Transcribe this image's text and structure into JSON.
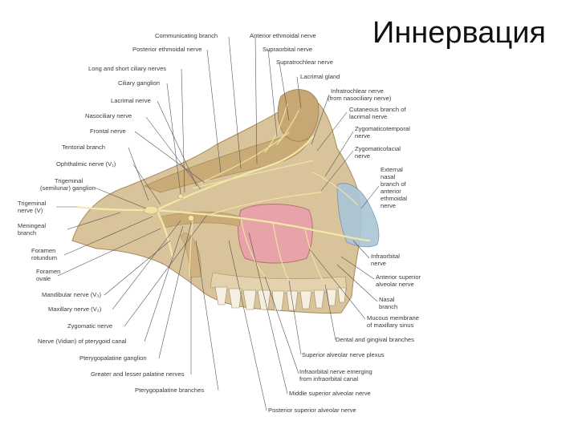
{
  "slide": {
    "title": "Иннервация"
  },
  "labels_left": [
    "Communicating branch",
    "Posterior ethmoidal nerve",
    "Long and short ciliary nerves",
    "Ciliary ganglion",
    "Lacrimal nerve",
    "Nasociliary nerve",
    "Frontal nerve",
    "Tentorial branch",
    "Ophthalmic nerve (V₁)",
    "Trigeminal",
    "(semilunar) ganglion",
    "Trigeminal",
    "nerve (V)",
    "Meningeal",
    "branch",
    "Foramen",
    "rotundum",
    "Foramen",
    "ovale",
    "Mandibular nerve (V₃)",
    "Maxillary nerve (V₂)",
    "Zygomatic nerve",
    "Nerve (Vidian) of pterygoid canal",
    "Pterygopalatine ganglion",
    "Greater and lesser palatine nerves",
    "Pterygopalatine branches"
  ],
  "labels_right": [
    "Anterior ethmoidal nerve",
    "Supraorbital nerve",
    "Supratrochlear nerve",
    "Lacrimal gland",
    "Infratrochlear nerve",
    "(from nasociliary nerve)",
    "Cutaneous branch of",
    "lacrimal nerve",
    "Zygomaticotemporal",
    "nerve",
    "Zygomaticofacial",
    "nerve",
    "External",
    "nasal",
    "branch of",
    "anterior",
    "ethmoidal",
    "nerve",
    "Infraorbital",
    "nerve",
    "Anterior superior",
    "alveolar nerve",
    "Nasal",
    "branch",
    "Mucous membrane",
    "of maxillary sinus",
    "Dental and gingival branches",
    "Superior alveolar nerve plexus",
    "Infraorbital nerve emerging",
    "from infraorbital canal",
    "Middle superior alveolar nerve",
    "Posterior superior alveolar nerve"
  ],
  "colors": {
    "bone": "#d9c39a",
    "bone_dark": "#b89a66",
    "sinus": "#e8a3a8",
    "nerve": "#f2e8a8",
    "nose": "#a9c6d8"
  }
}
